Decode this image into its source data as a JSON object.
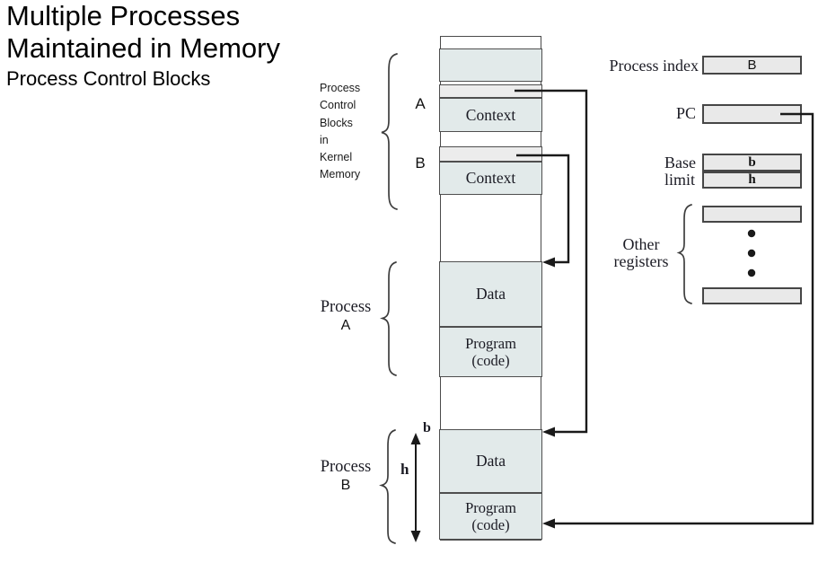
{
  "title": {
    "line1": "Multiple Processes",
    "line2": "Maintained in Memory",
    "subtitle": "Process Control Blocks"
  },
  "kernel_label": [
    "Process",
    "Control",
    "Blocks",
    "in",
    "Kernel",
    "Memory"
  ],
  "pcb": {
    "a": "A",
    "b": "B"
  },
  "memory": {
    "context": "Context",
    "data": "Data",
    "program": "Program",
    "code": "(code)"
  },
  "groups": {
    "process": "Process",
    "a": "A",
    "b": "B"
  },
  "marks": {
    "base": "b",
    "height": "h"
  },
  "registers": {
    "process_index_label": "Process index",
    "process_index_value": "B",
    "pc_label": "PC",
    "base_label": "Base",
    "base_value": "b",
    "limit_label": "limit",
    "limit_value": "h",
    "other_line1": "Other",
    "other_line2": "registers"
  },
  "colors": {
    "segment_fill": "#e2eaea",
    "strip_fill": "#ececec",
    "register_box_fill": "#e9e9e9",
    "border": "#4a4a4a",
    "arrow": "#1a1a1a"
  }
}
